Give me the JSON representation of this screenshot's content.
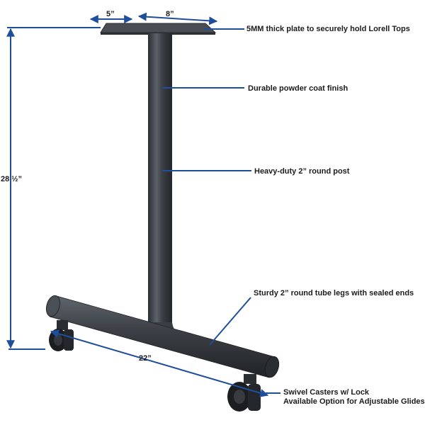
{
  "dimensions": {
    "top_plate_width": "5”",
    "top_plate_length": "8”",
    "height": "28 ½”",
    "base_length": "22”"
  },
  "callouts": {
    "plate": "5MM thick plate to securely hold Lorell Tops",
    "finish": "Durable powder coat finish",
    "post": "Heavy-duty 2” round post",
    "legs": "Sturdy 2” round tube legs with sealed ends",
    "casters_line1": "Swivel Casters w/ Lock",
    "casters_line2": "Available Option for Adjustable Glides"
  },
  "colors": {
    "arrow": "#1f4e9a",
    "metal": "#3a3e44",
    "metal_highlight": "#6a7078",
    "label_text": "#1c1c1c"
  }
}
